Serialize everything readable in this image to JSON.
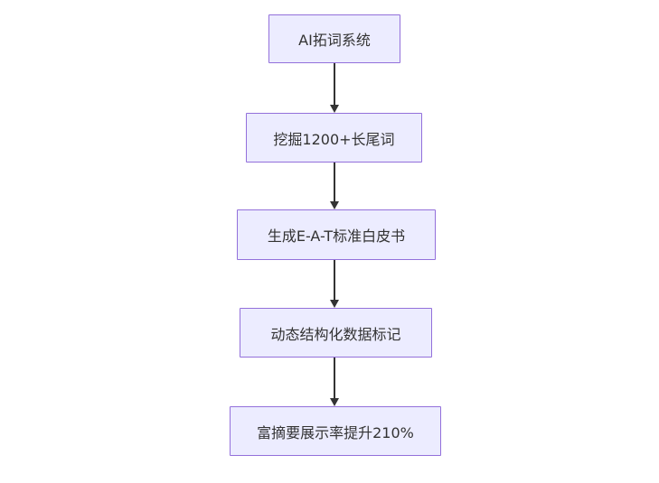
{
  "diagram": {
    "type": "flowchart-vertical",
    "colors": {
      "node_fill": "#ECECFF",
      "node_border": "#9370DB",
      "arrow": "#333333",
      "text": "#333333",
      "background": "#FFFFFF"
    },
    "nodes": [
      {
        "id": "n1",
        "label": "AI拓词系统"
      },
      {
        "id": "n2",
        "label": "挖掘1200+长尾词"
      },
      {
        "id": "n3",
        "label": "生成E-A-T标准白皮书"
      },
      {
        "id": "n4",
        "label": "动态结构化数据标记"
      },
      {
        "id": "n5",
        "label": "富摘要展示率提升210%"
      }
    ],
    "edges": [
      {
        "from": "n1",
        "to": "n2"
      },
      {
        "from": "n2",
        "to": "n3"
      },
      {
        "from": "n3",
        "to": "n4"
      },
      {
        "from": "n4",
        "to": "n5"
      }
    ]
  }
}
